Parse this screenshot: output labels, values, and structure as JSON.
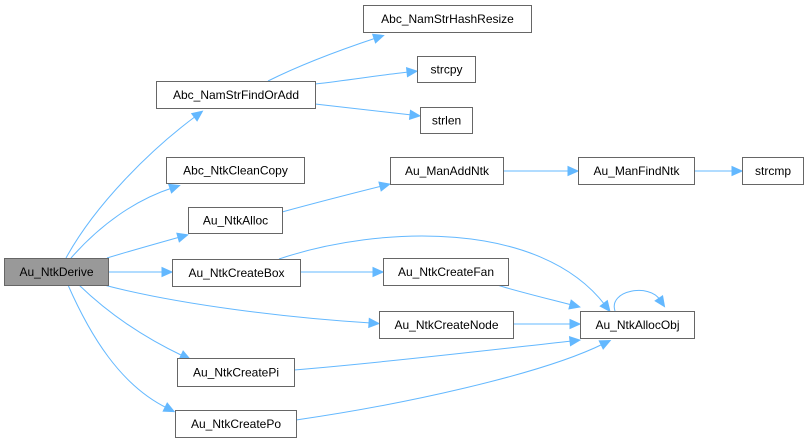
{
  "diagram": {
    "type": "call-graph",
    "colors": {
      "edge": "#63b8ff",
      "node_border": "#666666",
      "node_fill": "#ffffff",
      "root_fill": "#999999",
      "text": "#000000"
    },
    "nodes": [
      {
        "id": "Au_NtkDerive",
        "label": "Au_NtkDerive",
        "root": true
      },
      {
        "id": "Abc_NamStrFindOrAdd",
        "label": "Abc_NamStrFindOrAdd"
      },
      {
        "id": "Abc_NamStrHashResize",
        "label": "Abc_NamStrHashResize"
      },
      {
        "id": "strcpy",
        "label": "strcpy"
      },
      {
        "id": "strlen",
        "label": "strlen"
      },
      {
        "id": "Abc_NtkCleanCopy",
        "label": "Abc_NtkCleanCopy"
      },
      {
        "id": "Au_NtkAlloc",
        "label": "Au_NtkAlloc"
      },
      {
        "id": "Au_ManAddNtk",
        "label": "Au_ManAddNtk"
      },
      {
        "id": "Au_ManFindNtk",
        "label": "Au_ManFindNtk"
      },
      {
        "id": "strcmp",
        "label": "strcmp"
      },
      {
        "id": "Au_NtkCreateBox",
        "label": "Au_NtkCreateBox"
      },
      {
        "id": "Au_NtkCreateFan",
        "label": "Au_NtkCreateFan"
      },
      {
        "id": "Au_NtkCreateNode",
        "label": "Au_NtkCreateNode"
      },
      {
        "id": "Au_NtkAllocObj",
        "label": "Au_NtkAllocObj"
      },
      {
        "id": "Au_NtkCreatePi",
        "label": "Au_NtkCreatePi"
      },
      {
        "id": "Au_NtkCreatePo",
        "label": "Au_NtkCreatePo"
      }
    ],
    "edges": [
      {
        "from": "Au_NtkDerive",
        "to": "Abc_NamStrFindOrAdd"
      },
      {
        "from": "Au_NtkDerive",
        "to": "Abc_NtkCleanCopy"
      },
      {
        "from": "Au_NtkDerive",
        "to": "Au_NtkAlloc"
      },
      {
        "from": "Au_NtkDerive",
        "to": "Au_NtkCreateBox"
      },
      {
        "from": "Au_NtkDerive",
        "to": "Au_NtkCreateNode"
      },
      {
        "from": "Au_NtkDerive",
        "to": "Au_NtkCreatePi"
      },
      {
        "from": "Au_NtkDerive",
        "to": "Au_NtkCreatePo"
      },
      {
        "from": "Abc_NamStrFindOrAdd",
        "to": "Abc_NamStrHashResize"
      },
      {
        "from": "Abc_NamStrFindOrAdd",
        "to": "strcpy"
      },
      {
        "from": "Abc_NamStrFindOrAdd",
        "to": "strlen"
      },
      {
        "from": "Au_NtkAlloc",
        "to": "Au_ManAddNtk"
      },
      {
        "from": "Au_ManAddNtk",
        "to": "Au_ManFindNtk"
      },
      {
        "from": "Au_ManFindNtk",
        "to": "strcmp"
      },
      {
        "from": "Au_NtkCreateBox",
        "to": "Au_NtkCreateFan"
      },
      {
        "from": "Au_NtkCreateBox",
        "to": "Au_NtkAllocObj"
      },
      {
        "from": "Au_NtkCreateFan",
        "to": "Au_NtkAllocObj"
      },
      {
        "from": "Au_NtkCreateNode",
        "to": "Au_NtkAllocObj"
      },
      {
        "from": "Au_NtkCreatePi",
        "to": "Au_NtkAllocObj"
      },
      {
        "from": "Au_NtkCreatePo",
        "to": "Au_NtkAllocObj"
      },
      {
        "from": "Au_NtkAllocObj",
        "to": "Au_NtkAllocObj"
      }
    ]
  }
}
